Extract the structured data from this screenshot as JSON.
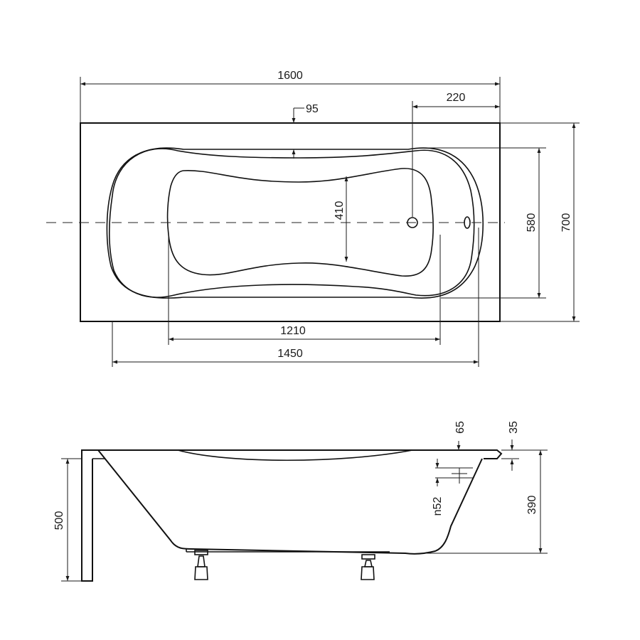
{
  "top_view": {
    "dims": {
      "total_length": "1600",
      "drain_offset": "220",
      "rim_inner_depth": "95",
      "bottom_width": "410",
      "inner_width": "580",
      "total_width": "700",
      "bottom_length": "1210",
      "inner_length": "1450"
    }
  },
  "side_view": {
    "dims": {
      "rim_step": "65",
      "rim_thickness": "35",
      "overflow": "n52",
      "inner_depth": "390",
      "total_height": "500"
    }
  }
}
